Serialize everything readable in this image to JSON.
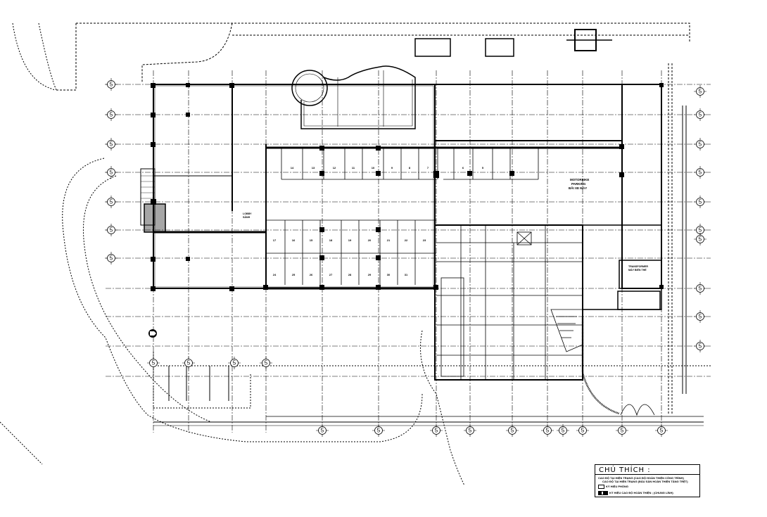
{
  "drawing": {
    "type": "architectural-floor-plan",
    "grid_marker_label": "5",
    "line_color": "#000000",
    "background_color": "#ffffff"
  },
  "rooms": {
    "motorbike_parking": [
      "MOTORBIKE",
      "PARKING",
      "BÃI XE MÁY"
    ],
    "transformer": [
      "TRANSFORMER",
      "MÁY BIẾN THẾ"
    ],
    "lobby": [
      "LOBBY",
      "SẢNH"
    ],
    "parking_north_numbers": [
      "14",
      "13",
      "12",
      "11",
      "10",
      "9",
      "8",
      "7",
      "6",
      "5"
    ],
    "parking_mid_row_numbers": [
      "17",
      "16",
      "15",
      "18",
      "19",
      "20",
      "21",
      "22",
      "23"
    ],
    "parking_south_numbers": [
      "24",
      "25",
      "26",
      "27",
      "28",
      "29",
      "30",
      "31"
    ]
  },
  "legend": {
    "title": "CHÚ THÍCH :",
    "items": [
      "CAO ĐỘ TẠI HIỆN TRẠNG (CAO ĐỘ HOÀN THIỆN CÔNG TRÌNH)",
      "CAO ĐỘ TẠI HIỆN TRẠNG (ĐẦU SÀN HOÀN THIỆN TẦNG TRỆT)",
      "KÝ HIỆU PHÒNG",
      "KÝ HIỆU CAO ĐỘ HOÀN THIỆN ; (CHUNG LÍNH)"
    ]
  }
}
